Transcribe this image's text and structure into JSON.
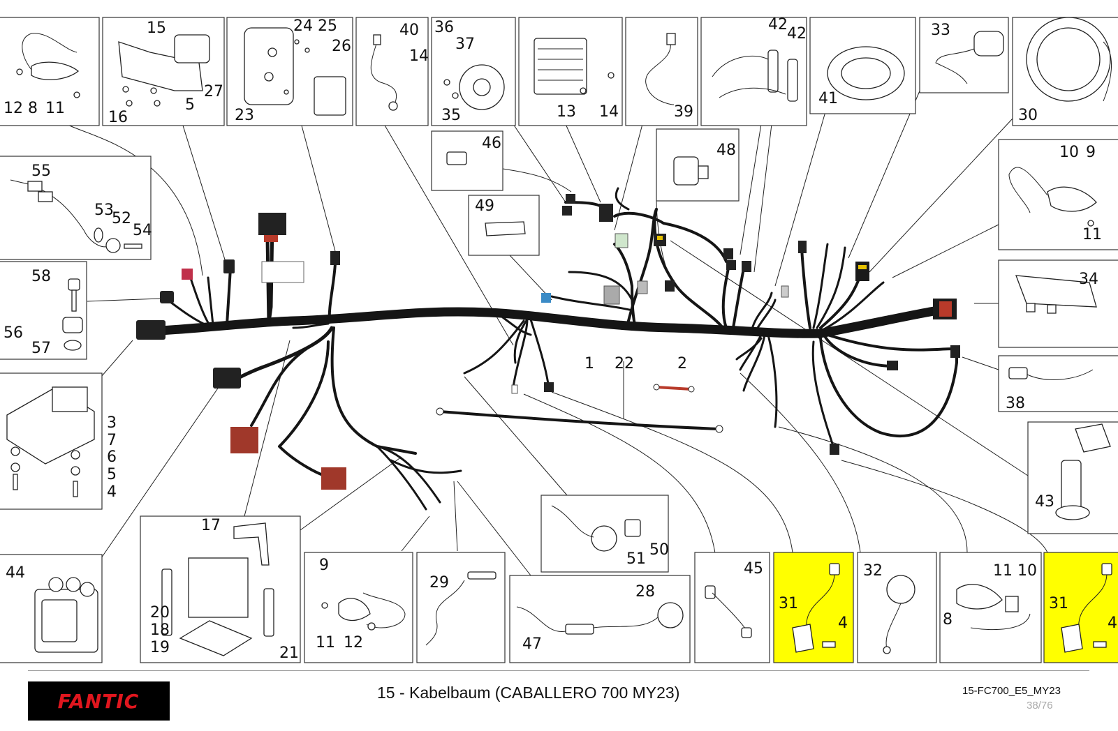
{
  "callouts": {
    "b12": "12",
    "b8": "8",
    "b11": "11",
    "b15": "15",
    "b16": "16",
    "b5": "5",
    "b27": "27",
    "b24": "24",
    "b25": "25",
    "b26": "26",
    "b23": "23",
    "b40": "40",
    "b14a": "14",
    "b36": "36",
    "b37": "37",
    "b35": "35",
    "b13": "13",
    "b14b": "14",
    "b39": "39",
    "b42a": "42",
    "b42b": "42",
    "b41": "41",
    "b33": "33",
    "b30": "30",
    "b46": "46",
    "b48": "48",
    "b49": "49",
    "b55": "55",
    "b53": "53",
    "b52": "52",
    "b54": "54",
    "b58": "58",
    "b56": "56",
    "b57": "57",
    "b10r": "10",
    "b9r": "9",
    "b11r": "11",
    "b34": "34",
    "b38": "38",
    "b43": "43",
    "b3": "3",
    "b7": "7",
    "b6": "6",
    "b5r": "5",
    "b4r": "4",
    "b1": "1",
    "b22": "22",
    "b2": "2",
    "b44": "44",
    "b17": "17",
    "b20": "20",
    "b18": "18",
    "b19": "19",
    "b21": "21",
    "b9b": "9",
    "b11b": "11",
    "b12b": "12",
    "b29": "29",
    "b28": "28",
    "b47": "47",
    "b51": "51",
    "b50": "50",
    "b45": "45",
    "b31a": "31",
    "b4a": "4",
    "b32": "32",
    "b11c": "11",
    "b10c": "10",
    "b8c": "8",
    "b31b": "31",
    "b4b": "4"
  },
  "highlight_color": "#ffff00",
  "footer": {
    "brand": "FANTIC",
    "title": "15 - Kabelbaum (CABALLERO 700 MY23)",
    "doc_code": "15-FC700_E5_MY23",
    "page": "38/76"
  }
}
